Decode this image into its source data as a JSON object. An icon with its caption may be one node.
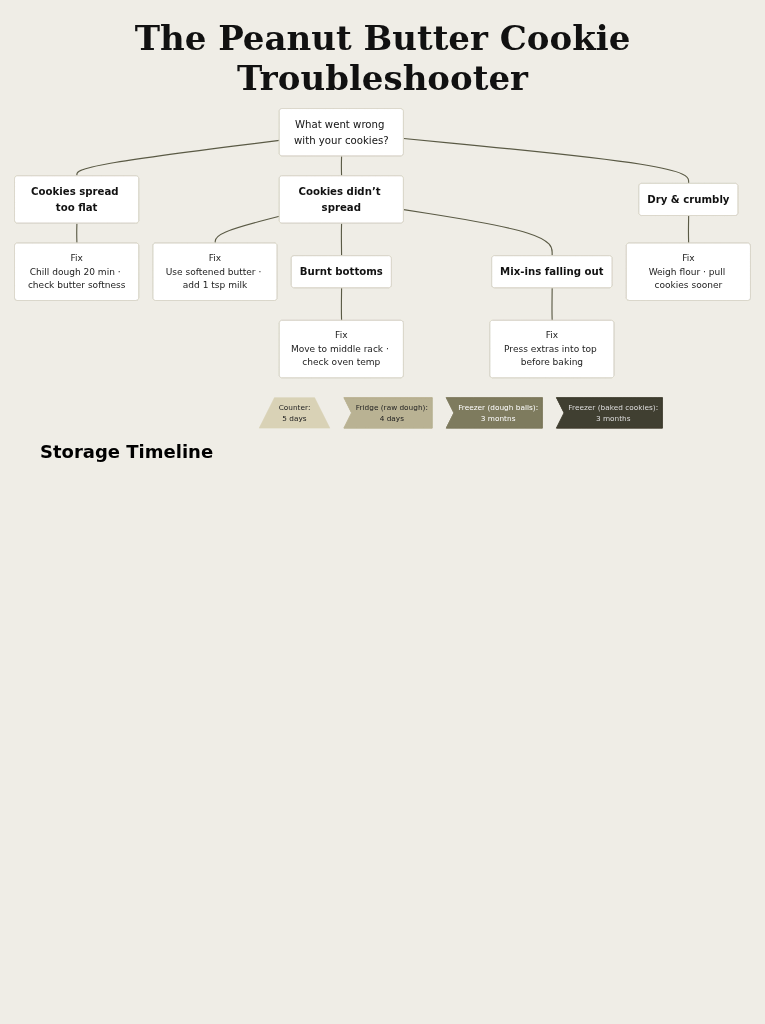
{
  "diagram": {
    "title": "The Peanut Butter Cookie Troubleshooter",
    "nodes": [
      {
        "text": [
          "What went wrong with your cookies?"
        ]
      },
      {
        "text": [
          "Cookies spread too flat"
        ]
      },
      {
        "text": [
          "Cookies didn’t spread"
        ]
      },
      {
        "text": [
          "Dry & crumbly"
        ]
      },
      {
        "text": [
          "Fix",
          "Chill dough 20 min · check butter softness"
        ]
      },
      {
        "text": [
          "Fix",
          "Use softened butter · add 1 tsp milk"
        ]
      },
      {
        "text": [
          "Fix",
          "Weigh flour · pull cookies sooner"
        ]
      },
      {
        "text": [
          "Burnt bottoms"
        ]
      },
      {
        "text": [
          "Mix-ins falling out"
        ]
      },
      {
        "text": [
          "Fix",
          "Move to middle rack · check oven temp"
        ]
      },
      {
        "text": [
          "Fix",
          "Press extras into top before baking"
        ]
      },
      {
        "text": [
          "Counter:",
          "5 days"
        ]
      },
      {
        "text": [
          "Fridge (raw dough):",
          "4 days"
        ]
      },
      {
        "text": [
          "Freezer (dough balls):",
          "3 montns"
        ]
      },
      {
        "text": [
          "Freezer (baked cookies):",
          "3 months"
        ]
      }
    ],
    "edges": [
      {
        "from": 0,
        "to": 1,
        "arrow": "none"
      },
      {
        "from": 0,
        "to": 2,
        "arrow": "none"
      },
      {
        "from": 0,
        "to": 3,
        "arrow": "none"
      },
      {
        "from": 1,
        "to": 4,
        "arrow": "none"
      },
      {
        "from": 2,
        "to": 5,
        "arrow": "none"
      },
      {
        "from": 3,
        "to": 6,
        "arrow": "none"
      },
      {
        "from": 2,
        "to": 7,
        "arrow": "none"
      },
      {
        "from": 2,
        "to": 8,
        "arrow": "none"
      },
      {
        "from": 7,
        "to": 9,
        "arrow": "none"
      },
      {
        "from": 8,
        "to": 10,
        "arrow": "none"
      }
    ],
    "labels": [
      "Storage Timeline"
    ]
  }
}
